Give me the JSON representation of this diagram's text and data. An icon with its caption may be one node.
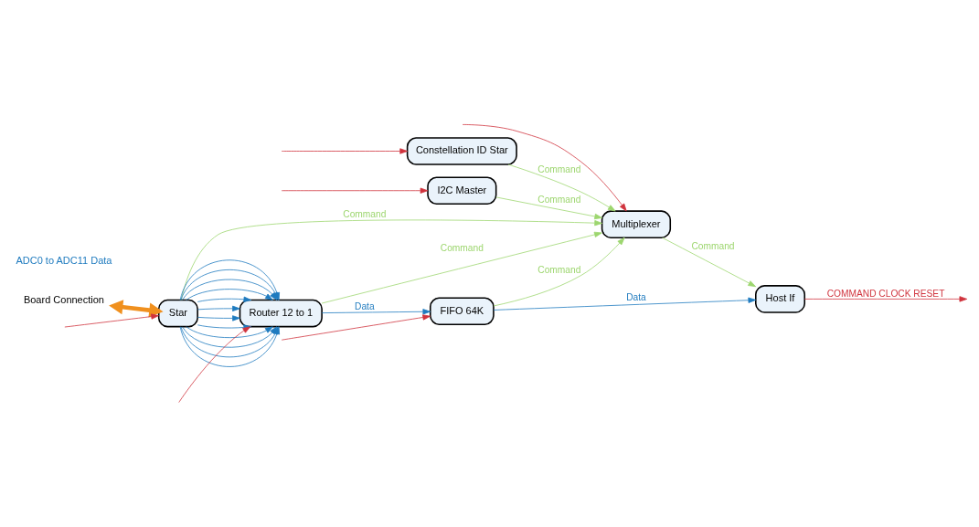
{
  "diagram": {
    "nodes": [
      {
        "text": [
          "Constellation ID Star"
        ]
      },
      {
        "text": [
          "I2C Master"
        ]
      },
      {
        "text": [
          "Multiplexer"
        ]
      },
      {
        "text": [
          "Host If"
        ]
      },
      {
        "text": [
          "Board Connection"
        ]
      },
      {
        "text": [
          "Star"
        ]
      },
      {
        "text": [
          "Router 12 to 1"
        ]
      },
      {
        "text": [
          "FIFO 64K"
        ]
      }
    ],
    "edges": [
      {
        "from": null,
        "to": 0,
        "arrow": "to",
        "color": "#d0333d"
      },
      {
        "from": null,
        "to": 1,
        "arrow": "to",
        "color": "#d0333d"
      },
      {
        "from": null,
        "to": 2,
        "arrow": "to",
        "color": "#d0333d"
      },
      {
        "from": 0,
        "to": 2,
        "arrow": "to",
        "label": "Command",
        "color": "#9dd66f"
      },
      {
        "from": 1,
        "to": 2,
        "arrow": "to",
        "label": "Command",
        "color": "#9dd66f"
      },
      {
        "from": 5,
        "to": 2,
        "arrow": "to",
        "label": "Command",
        "color": "#9dd66f"
      },
      {
        "from": 6,
        "to": 2,
        "arrow": "to",
        "label": "Command",
        "color": "#9dd66f"
      },
      {
        "from": 7,
        "to": 2,
        "arrow": "to",
        "label": "Command",
        "color": "#9dd66f"
      },
      {
        "from": 2,
        "to": 3,
        "arrow": "to",
        "label": "Command",
        "color": "#9dd66f"
      },
      {
        "from": 7,
        "to": 3,
        "arrow": "to",
        "label": "Data"
      },
      {
        "from": 3,
        "to": null,
        "arrow": "to",
        "label": "COMMAND CLOCK RESET",
        "color": "#d0333d"
      },
      {
        "from": 4,
        "to": 5,
        "arrow": "both",
        "style": "thick",
        "color": "#f0901e"
      },
      {
        "from": null,
        "to": 5,
        "arrow": "to",
        "color": "#d0333d"
      },
      {
        "from": 5,
        "to": 6,
        "arrow": "to"
      },
      {
        "from": 5,
        "to": 6,
        "arrow": "to"
      },
      {
        "from": 5,
        "to": 6,
        "arrow": "to"
      },
      {
        "from": 5,
        "to": 6,
        "arrow": "to"
      },
      {
        "from": 5,
        "to": 6,
        "arrow": "to"
      },
      {
        "from": 5,
        "to": 6,
        "arrow": "to"
      },
      {
        "from": 5,
        "to": 6,
        "arrow": "to"
      },
      {
        "from": 5,
        "to": 6,
        "arrow": "to"
      },
      {
        "from": 5,
        "to": 6,
        "arrow": "to"
      },
      {
        "from": 5,
        "to": 6,
        "arrow": "to"
      },
      {
        "from": 5,
        "to": 6,
        "arrow": "to"
      },
      {
        "from": 5,
        "to": 6,
        "arrow": "to"
      },
      {
        "from": null,
        "to": 6,
        "arrow": "to",
        "color": "#d0333d"
      },
      {
        "from": 6,
        "to": 7,
        "arrow": "to",
        "label": "Data"
      },
      {
        "from": null,
        "to": 7,
        "arrow": "to",
        "color": "#d0333d"
      }
    ],
    "labels": [
      "ADC0 to ADC11 Data"
    ]
  }
}
